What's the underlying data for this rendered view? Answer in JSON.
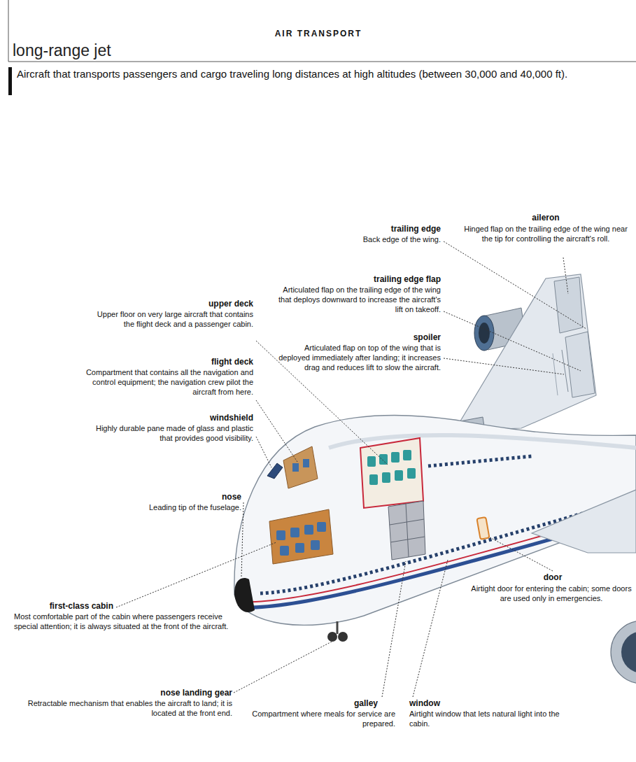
{
  "diagram": {
    "title": "long-range jet",
    "caption": "Aircraft that transports passengers and cargo traveling long distances at high altitudes (between 30,000 and 40,000 ft).",
    "labels": [
      "AIR TRANSPORT",
      "aileron",
      "Hinged flap on the trailing edge of the wing near the tip for controlling the aircraft's roll.",
      "trailing edge",
      "Back edge of the wing.",
      "trailing edge flap",
      "Articulated flap on the trailing edge of the wing that deploys downward to increase the aircraft's lift on takeoff.",
      "upper deck",
      "Upper floor on very large aircraft that contains the flight deck and a passenger cabin.",
      "spoiler",
      "Articulated flap on top of the wing that is deployed immediately after landing; it increases drag and reduces lift to slow the aircraft.",
      "flight deck",
      "Compartment that contains all the navigation and control equipment; the navigation crew pilot the aircraft from here.",
      "windshield",
      "Highly durable pane made of glass and plastic that provides good visibility.",
      "nose",
      "Leading tip of the fuselage.",
      "door",
      "Airtight door for entering the cabin; some doors are used only in emergencies.",
      "first-class cabin",
      "Most comfortable part of the cabin where passengers receive special attention; it is always situated at the front of the aircraft.",
      "nose landing gear",
      "Retractable mechanism that enables the aircraft to land; it is located at the front end.",
      "galley",
      "Compartment where meals for service are prepared.",
      "window",
      "Airtight window that lets natural light into the cabin."
    ]
  }
}
